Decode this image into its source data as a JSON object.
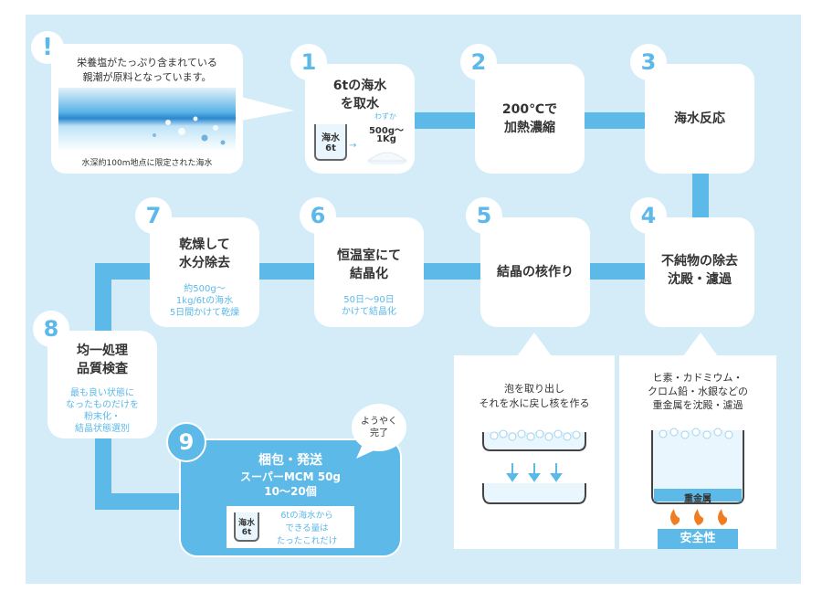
{
  "intro": {
    "line1": "栄養塩がたっぷり含まれている",
    "line2": "親潮が原料となっています。",
    "caption": "水深約100m地点に限定された海水",
    "mark": "!"
  },
  "steps": [
    {
      "num": "1",
      "title1": "6tの海水",
      "title2": "を取水",
      "jar_label1": "海水",
      "jar_label2": "6t",
      "note": "わずか",
      "amount1": "500g～",
      "amount2": "1Kg"
    },
    {
      "num": "2",
      "title1": "200℃で",
      "title2": "加熱濃縮"
    },
    {
      "num": "3",
      "title1": "海水反応"
    },
    {
      "num": "4",
      "title1": "不純物の除去",
      "title2": "沈殿・濾過"
    },
    {
      "num": "5",
      "title1": "結晶の核作り"
    },
    {
      "num": "6",
      "title1": "恒温室にて",
      "title2": "結晶化",
      "sub1": "50日～90日",
      "sub2": "かけて結晶化"
    },
    {
      "num": "7",
      "title1": "乾燥して",
      "title2": "水分除去",
      "sub1": "約500g～",
      "sub2": "1kg/6tの海水",
      "sub3": "5日間かけて乾燥"
    },
    {
      "num": "8",
      "title1": "均一処理",
      "title2": "品質検査",
      "sub1": "最も良い状態に",
      "sub2": "なったものだけを",
      "sub3": "粉末化・",
      "sub4": "結晶状態選別"
    },
    {
      "num": "9",
      "title1": "梱包・発送",
      "title2": "スーパーMCM 50g",
      "title3": "10～20個",
      "jar_label1": "海水",
      "jar_label2": "6t",
      "note1": "6tの海水から",
      "note2": "できる量は",
      "note3": "たったこれだけ",
      "bubble1": "ようやく",
      "bubble2": "完了"
    }
  ],
  "detail5": {
    "line1": "泡を取り出し",
    "line2": "それを水に戻し核を作る"
  },
  "detail4": {
    "line1": "ヒ素・カドミウム・",
    "line2": "クロム鉛・水銀などの",
    "line3": "重金属を沈殿・濾過",
    "pot_label": "重金属",
    "safety": "安全性"
  },
  "colors": {
    "accent": "#5cb9e8",
    "background": "#d4ebf8",
    "card": "#ffffff",
    "flame": "#f07d22"
  }
}
